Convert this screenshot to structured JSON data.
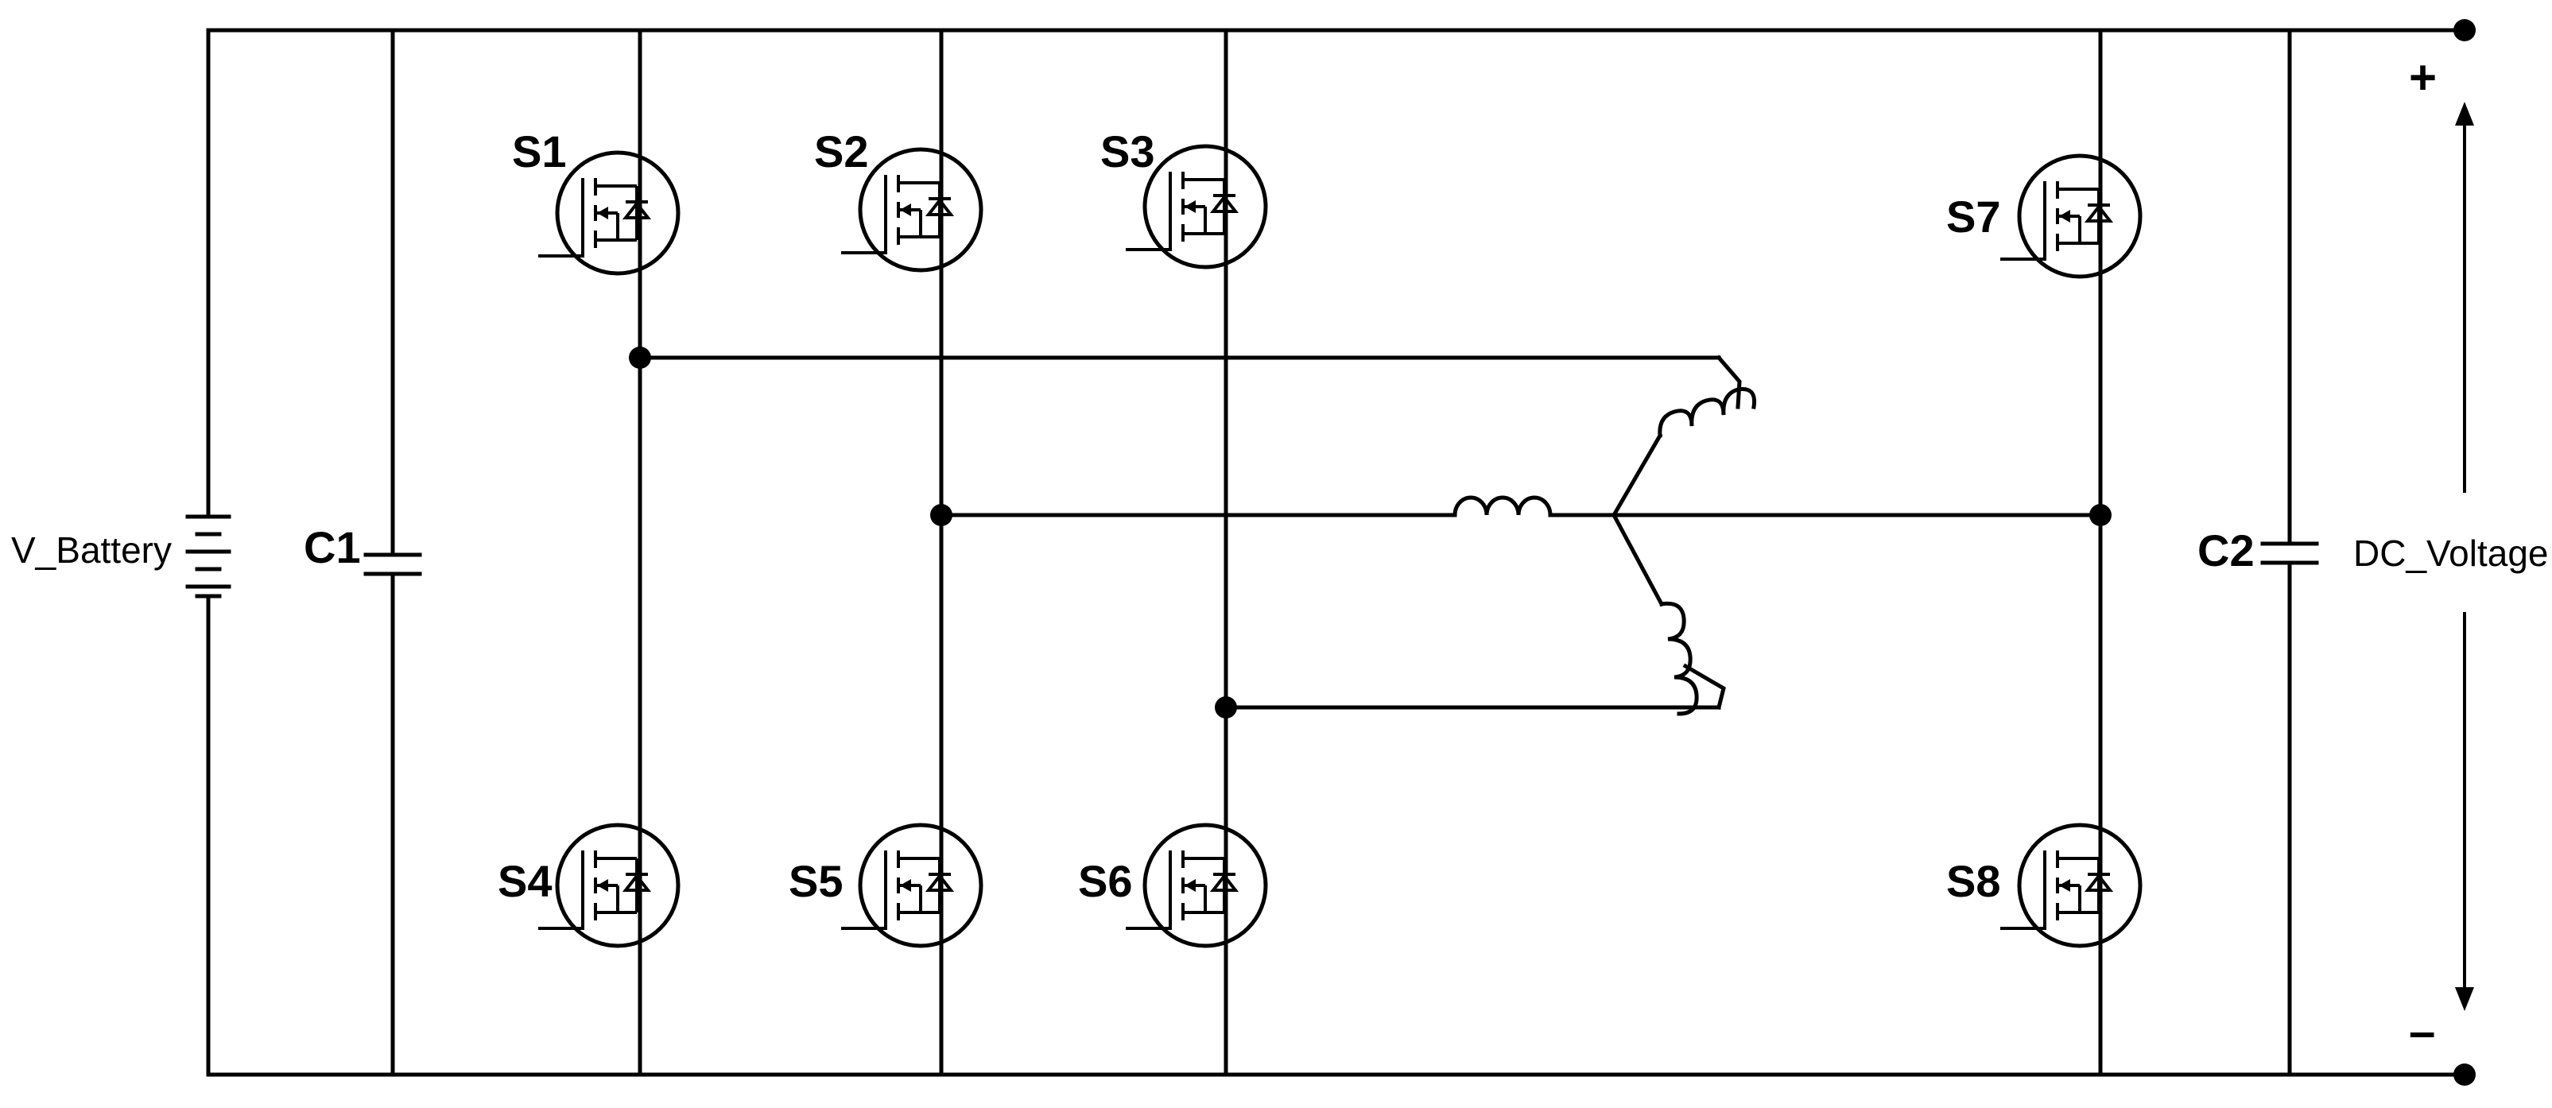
{
  "labels": {
    "battery": "V_Battery",
    "c1": "C1",
    "c2": "C2",
    "dc_voltage": "DC_Voltage",
    "plus": "+",
    "minus": "–"
  },
  "switches": [
    {
      "id": "s1",
      "label": "S1"
    },
    {
      "id": "s2",
      "label": "S2"
    },
    {
      "id": "s3",
      "label": "S3"
    },
    {
      "id": "s4",
      "label": "S4"
    },
    {
      "id": "s5",
      "label": "S5"
    },
    {
      "id": "s6",
      "label": "S6"
    },
    {
      "id": "s7",
      "label": "S7"
    },
    {
      "id": "s8",
      "label": "S8"
    }
  ],
  "motor": {
    "windings": 3,
    "connection": "star"
  }
}
